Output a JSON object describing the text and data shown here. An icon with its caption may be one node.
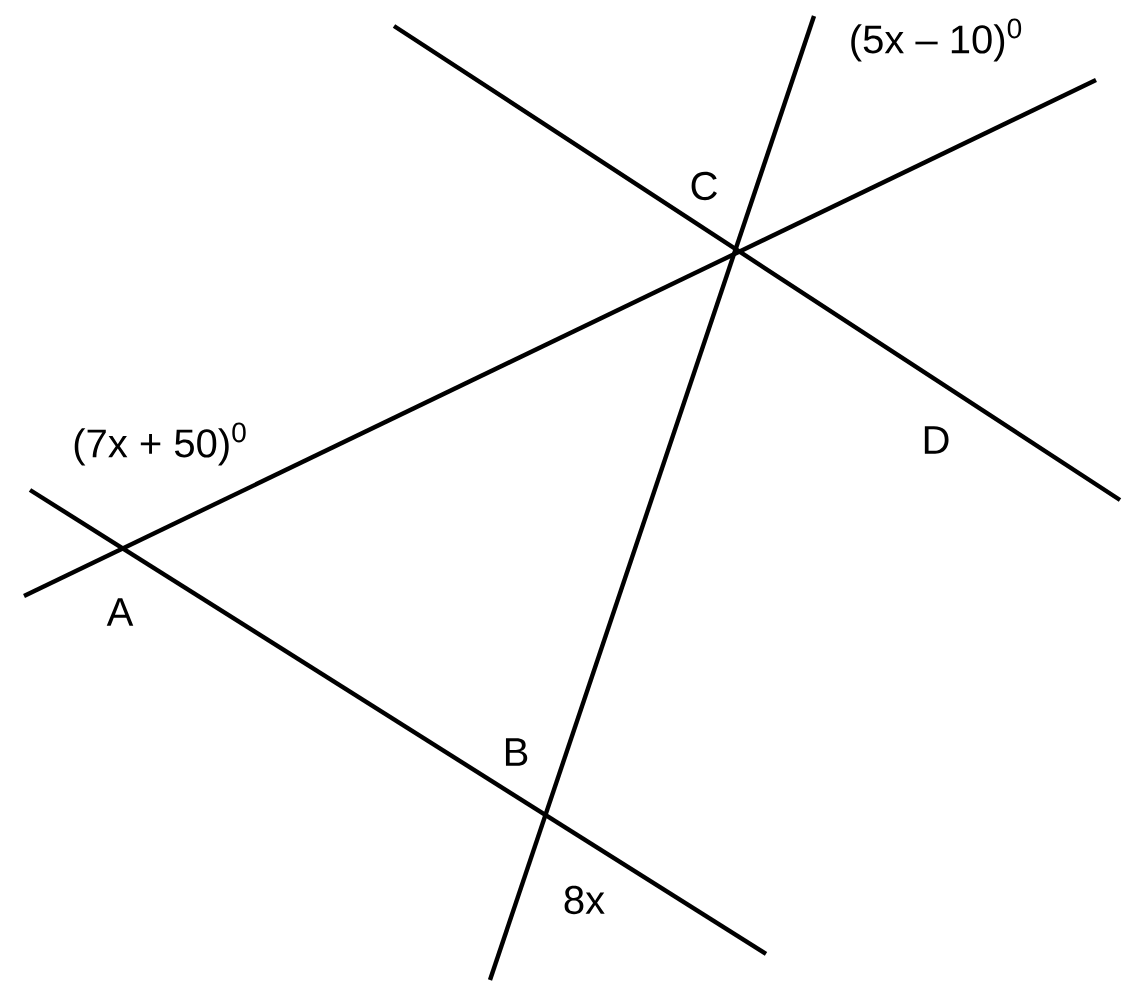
{
  "diagram": {
    "labels": [
      "(5x – 10)$^{0}$",
      "C",
      "(7x + 50)$^{0}$",
      "D",
      "A",
      "B",
      "8x"
    ]
  }
}
